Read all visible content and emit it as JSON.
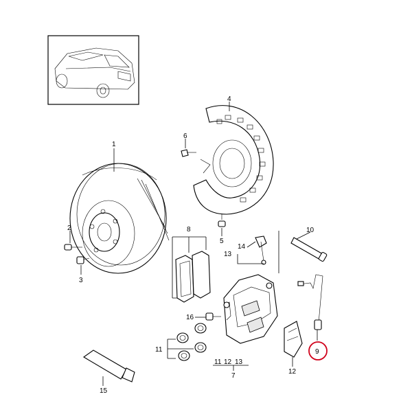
{
  "diagram": {
    "callouts": [
      {
        "id": "1",
        "text": "1"
      },
      {
        "id": "2",
        "text": "2"
      },
      {
        "id": "3",
        "text": "3"
      },
      {
        "id": "4",
        "text": "4"
      },
      {
        "id": "5",
        "text": "5"
      },
      {
        "id": "6",
        "text": "6"
      },
      {
        "id": "7",
        "text": "7"
      },
      {
        "id": "8",
        "text": "8"
      },
      {
        "id": "9",
        "text": "9"
      },
      {
        "id": "10",
        "text": "10"
      },
      {
        "id": "11",
        "text": "11"
      },
      {
        "id": "12",
        "text": "12"
      },
      {
        "id": "13",
        "text": "13"
      },
      {
        "id": "14",
        "text": "14"
      },
      {
        "id": "15",
        "text": "15"
      },
      {
        "id": "16",
        "text": "16"
      }
    ],
    "caliper_group_labels": [
      "11",
      "12",
      "13"
    ],
    "highlight": {
      "part": "9",
      "color": "#d0021b"
    }
  }
}
